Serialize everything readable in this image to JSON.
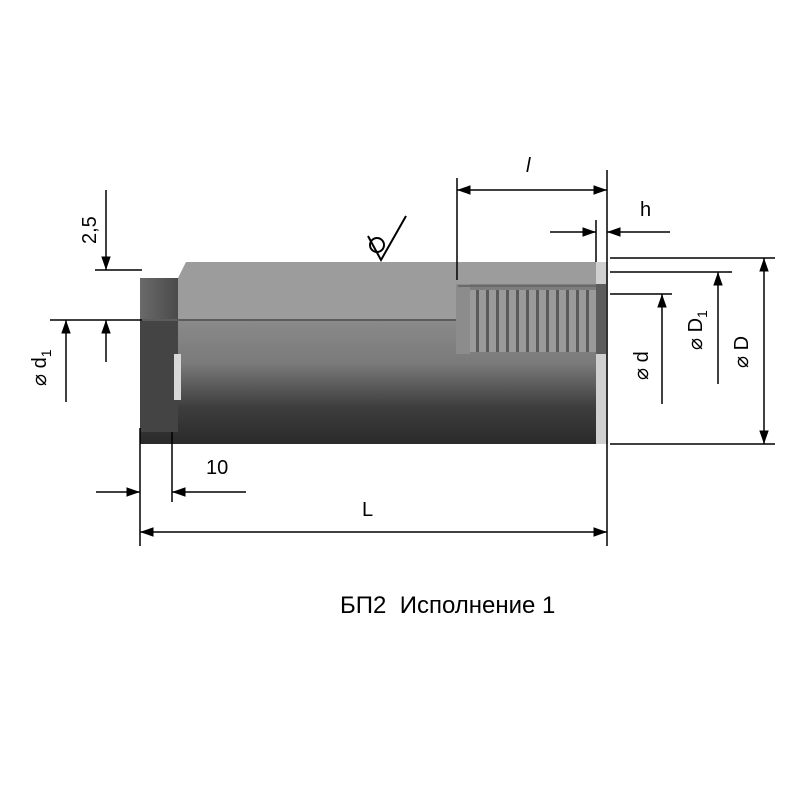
{
  "drawing": {
    "dimensions": {
      "chamfer": "2,5",
      "thread_length": "l",
      "thread_depth": "h",
      "bore": "⌀ d",
      "inner_dia": "⌀ D",
      "inner_dia_sub": "1",
      "outer_dia": "⌀ D",
      "small_dia": "⌀ d",
      "small_dia_sub": "1",
      "slot_offset": "10",
      "overall_length": "L"
    },
    "surface_finish_symbol": "roughness-check-icon"
  },
  "caption": {
    "part": "БП2",
    "variant": "Исполнение 1"
  }
}
